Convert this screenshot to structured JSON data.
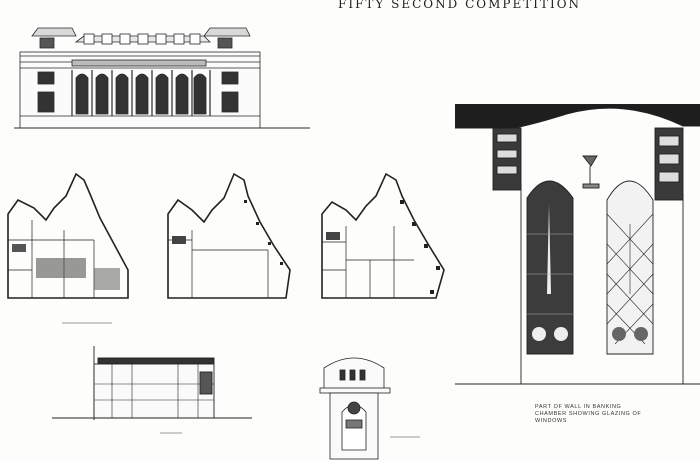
{
  "sheet": {
    "title": "FIFTY SECOND   COMPETITION",
    "right_panel_caption": [
      "PART OF WALL IN BANKING",
      "CHAMBER SHOWING GLAZING OF",
      "WINDOWS"
    ]
  },
  "colors": {
    "ink": "#1e1e1e",
    "paper": "#fdfdfb",
    "shadow": "#2a2a2a"
  }
}
